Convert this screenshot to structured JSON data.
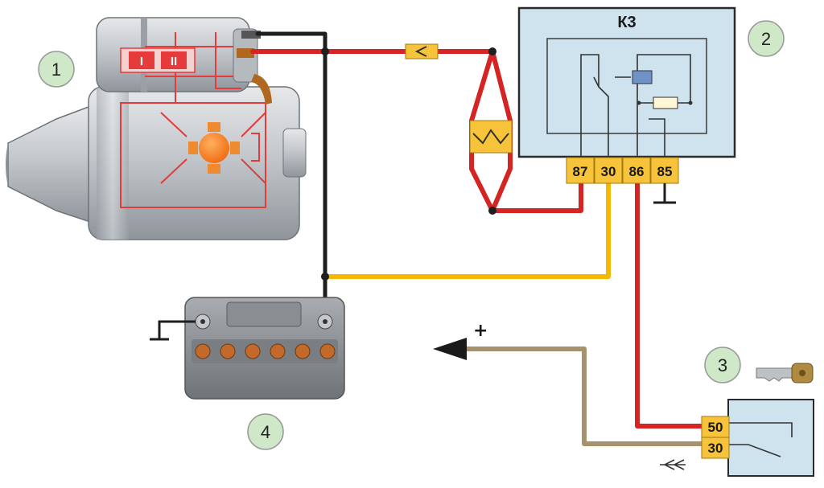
{
  "callouts": {
    "starter": "1",
    "relay": "2",
    "ignition_switch": "3",
    "battery": "4"
  },
  "relay": {
    "title": "К3",
    "pins": [
      "87",
      "30",
      "86",
      "85"
    ]
  },
  "starter": {
    "winding_labels": [
      "I",
      "II"
    ]
  },
  "ignition_switch": {
    "pins": [
      "50",
      "30"
    ]
  },
  "plus_sign": "+",
  "colors": {
    "red_wire": "#d42424",
    "black_wire": "#1e1e1e",
    "yellow_wire": "#f4b800",
    "brown_wire": "#a7926f",
    "relay_body": "#cfe3ee",
    "pin_yellow": "#f6c33a",
    "callout_fill": "#cfe8c8"
  }
}
